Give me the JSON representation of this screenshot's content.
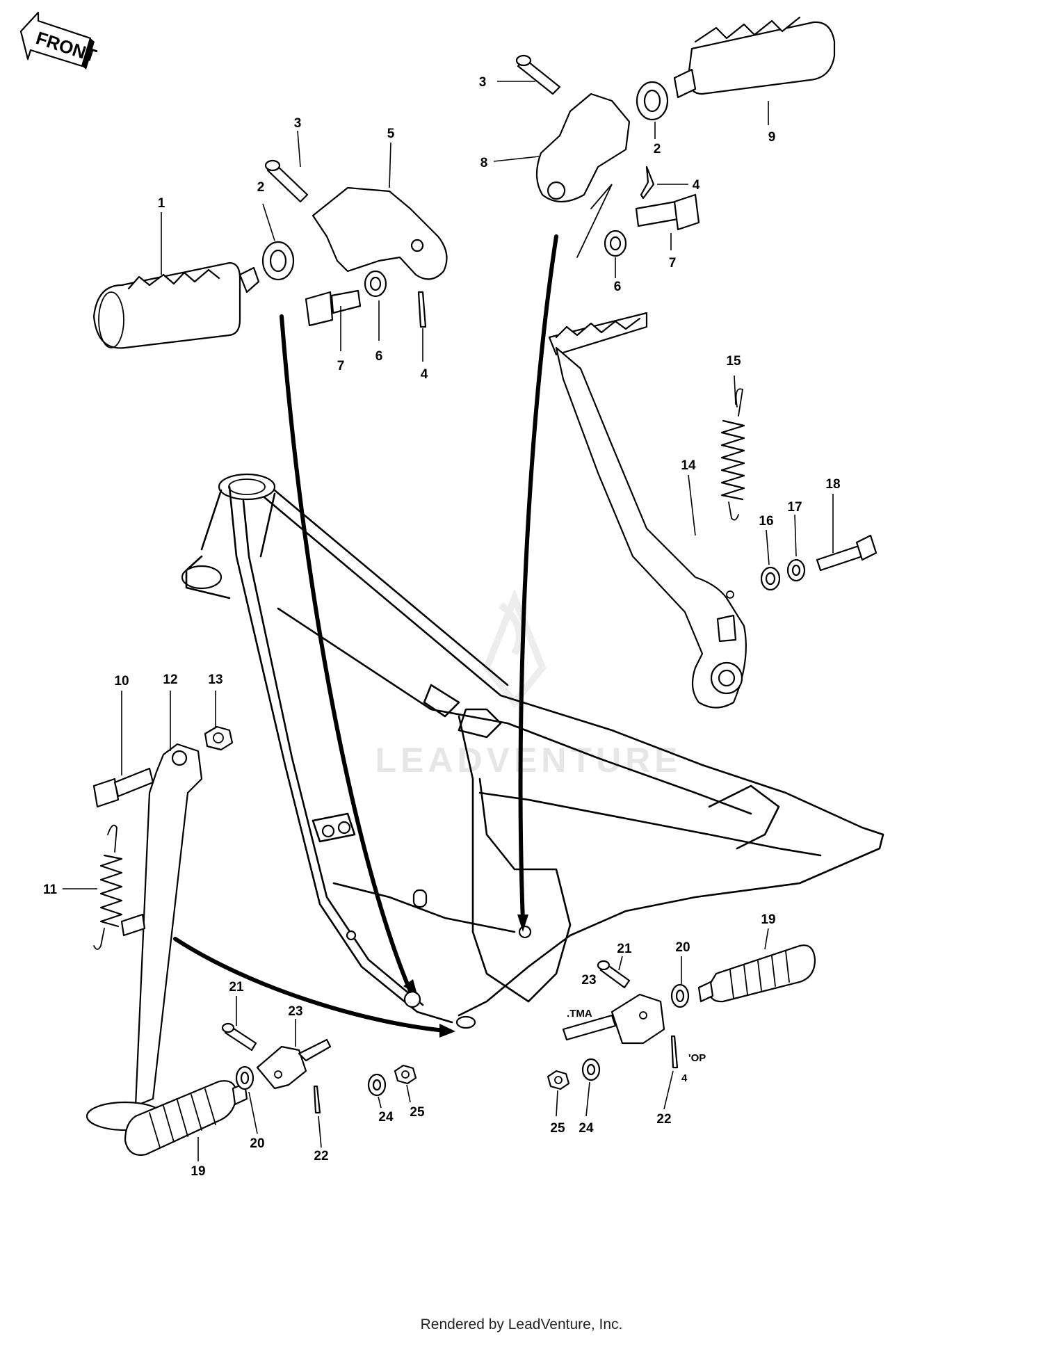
{
  "front_label": "FRONT",
  "watermark": "LEADVENTURE",
  "footer": "Rendered by LeadVenture, Inc.",
  "callouts": {
    "c1": "1",
    "c2a": "2",
    "c2b": "2",
    "c3a": "3",
    "c3b": "3",
    "c4a": "4",
    "c4b": "4",
    "c5": "5",
    "c6a": "6",
    "c6b": "6",
    "c7a": "7",
    "c7b": "7",
    "c8": "8",
    "c9": "9",
    "c10": "10",
    "c11": "11",
    "c12": "12",
    "c13": "13",
    "c14": "14",
    "c15": "15",
    "c16": "16",
    "c17": "17",
    "c18": "18",
    "c19a": "19",
    "c19b": "19",
    "c20a": "20",
    "c20b": "20",
    "c21a": "21",
    "c21b": "21",
    "c22a": "22",
    "c22b": "22",
    "c23a": "23",
    "c23b": "23",
    "c24a": "24",
    "c24b": "24",
    "c25a": "25",
    "c25b": "25"
  },
  "stray_marks": {
    "s1": ".TMA",
    "s2": "'OP",
    "s3": "4"
  },
  "icons": [
    "front-direction-arrow-icon",
    "leadventure-watermark-logo"
  ]
}
